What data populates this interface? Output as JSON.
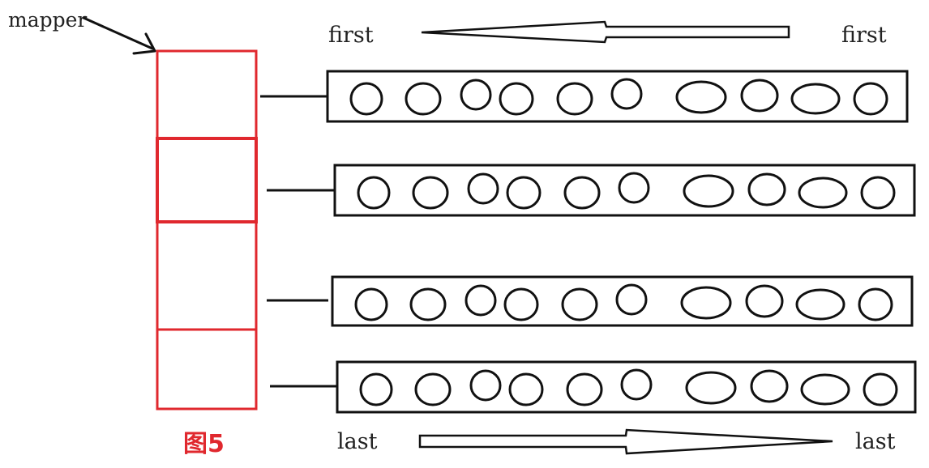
{
  "labels": {
    "mapper": "mapper",
    "first_left": "first",
    "first_right": "first",
    "last_left": "last",
    "last_right": "last",
    "figure_caption": "图5"
  },
  "colors": {
    "map_array": "#e0282e",
    "caption": "#e0282e",
    "stroke": "#111111"
  },
  "diagram": {
    "map_slots": 4,
    "buffers": [
      {
        "elements": 10
      },
      {
        "elements": 10
      },
      {
        "elements": 10
      },
      {
        "elements": 10
      }
    ]
  }
}
